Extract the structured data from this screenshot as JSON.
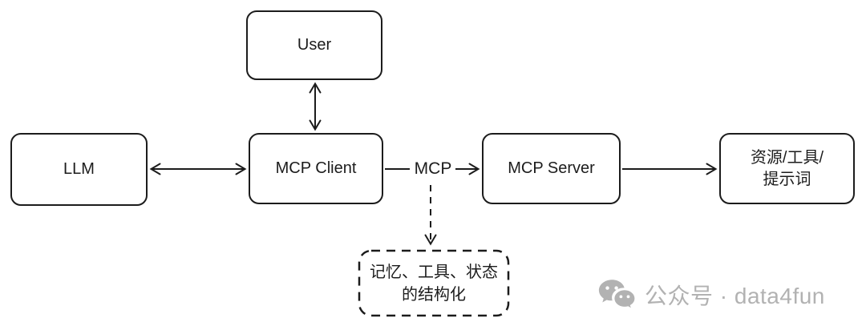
{
  "diagram": {
    "nodes": {
      "user": {
        "label": "User"
      },
      "llm": {
        "label": "LLM"
      },
      "mcp_client": {
        "label": "MCP Client"
      },
      "mcp_server": {
        "label": "MCP Server"
      },
      "resources": {
        "lines": [
          "资源/工具/",
          "提示词"
        ]
      },
      "structuring": {
        "lines": [
          "记忆、工具、状态",
          "的结构化"
        ]
      }
    },
    "edge_labels": {
      "client_server": "MCP"
    }
  },
  "watermark": {
    "icon": "wechat-icon",
    "text": "公众号 · data4fun"
  },
  "colors": {
    "stroke": "#1c1c1c",
    "box_fill": "#ffffff",
    "watermark_gray": "#b2b2b2",
    "background": "#ffffff"
  }
}
